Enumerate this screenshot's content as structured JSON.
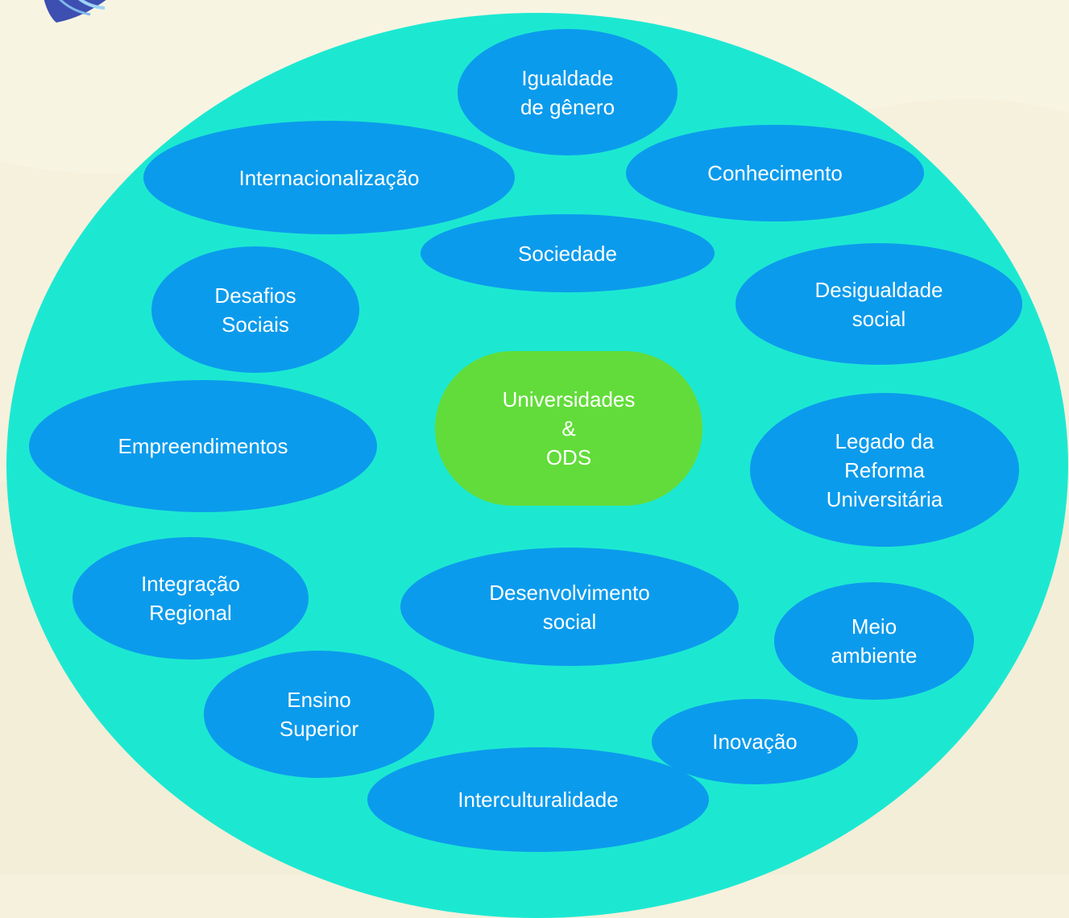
{
  "diagram": {
    "center": {
      "label": "Universidades\n&\nODS"
    },
    "topics": [
      {
        "id": "n-igualdade",
        "label": "Igualdade\nde gênero"
      },
      {
        "id": "n-internacional",
        "label": "Internacionalização"
      },
      {
        "id": "n-conhecimento",
        "label": "Conhecimento"
      },
      {
        "id": "n-sociedade",
        "label": "Sociedade"
      },
      {
        "id": "n-desafios",
        "label": "Desafios\nSociais"
      },
      {
        "id": "n-desigualdade",
        "label": "Desigualdade\nsocial"
      },
      {
        "id": "n-empreend",
        "label": "Empreendimentos"
      },
      {
        "id": "n-legado",
        "label": "Legado da\nReforma\nUniversitária"
      },
      {
        "id": "n-integracao",
        "label": "Integração\nRegional"
      },
      {
        "id": "n-desenv",
        "label": "Desenvolvimento\nsocial"
      },
      {
        "id": "n-meio",
        "label": "Meio\nambiente"
      },
      {
        "id": "n-ensino",
        "label": "Ensino\nSuperior"
      },
      {
        "id": "n-inovacao",
        "label": "Inovação"
      },
      {
        "id": "n-intercult",
        "label": "Interculturalidade"
      }
    ]
  },
  "colors": {
    "background": "#f6f1dc",
    "outer_circle": "#1ce8d2",
    "topic_fill": "#0b9bec",
    "center_fill": "#62dc3a",
    "text": "#ffffff"
  }
}
